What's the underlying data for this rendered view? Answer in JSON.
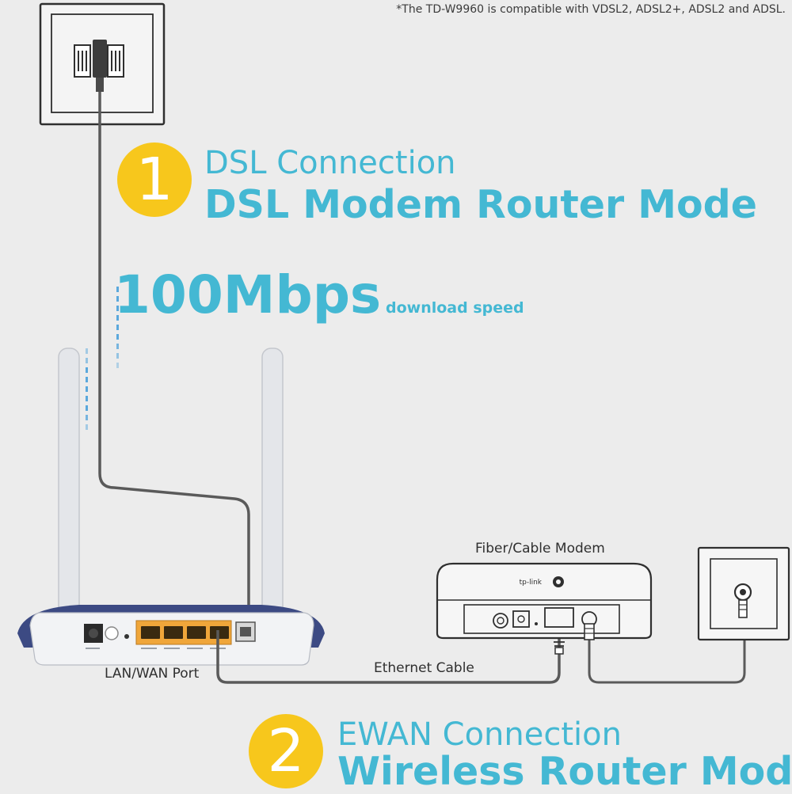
{
  "compat_note": "*The TD-W9960 is compatible with VDSL2, ADSL2+, ADSL2 and ADSL.",
  "modes": [
    {
      "number": "1",
      "connection": "DSL Connection",
      "mode": "DSL Modem Router Mode"
    },
    {
      "number": "2",
      "connection": "EWAN Connection",
      "mode": "Wireless Router Mode"
    }
  ],
  "speed": {
    "value": "100Mbps",
    "label": "download speed"
  },
  "labels": {
    "lan_wan_port": "LAN/WAN Port",
    "ethernet_cable": "Ethernet Cable",
    "fiber_modem": "Fiber/Cable Modem",
    "modem_brand": "tp-link"
  },
  "colors": {
    "accent": "#44b8d3",
    "badge": "#f7c71c",
    "ethernet_port": "#f0a63a",
    "router_bezel": "#3c4a83",
    "cable": "#5a5a5a"
  },
  "icons": [
    "phone-wall-socket-icon",
    "coax-wall-socket-icon",
    "tp-link-logo-icon"
  ]
}
